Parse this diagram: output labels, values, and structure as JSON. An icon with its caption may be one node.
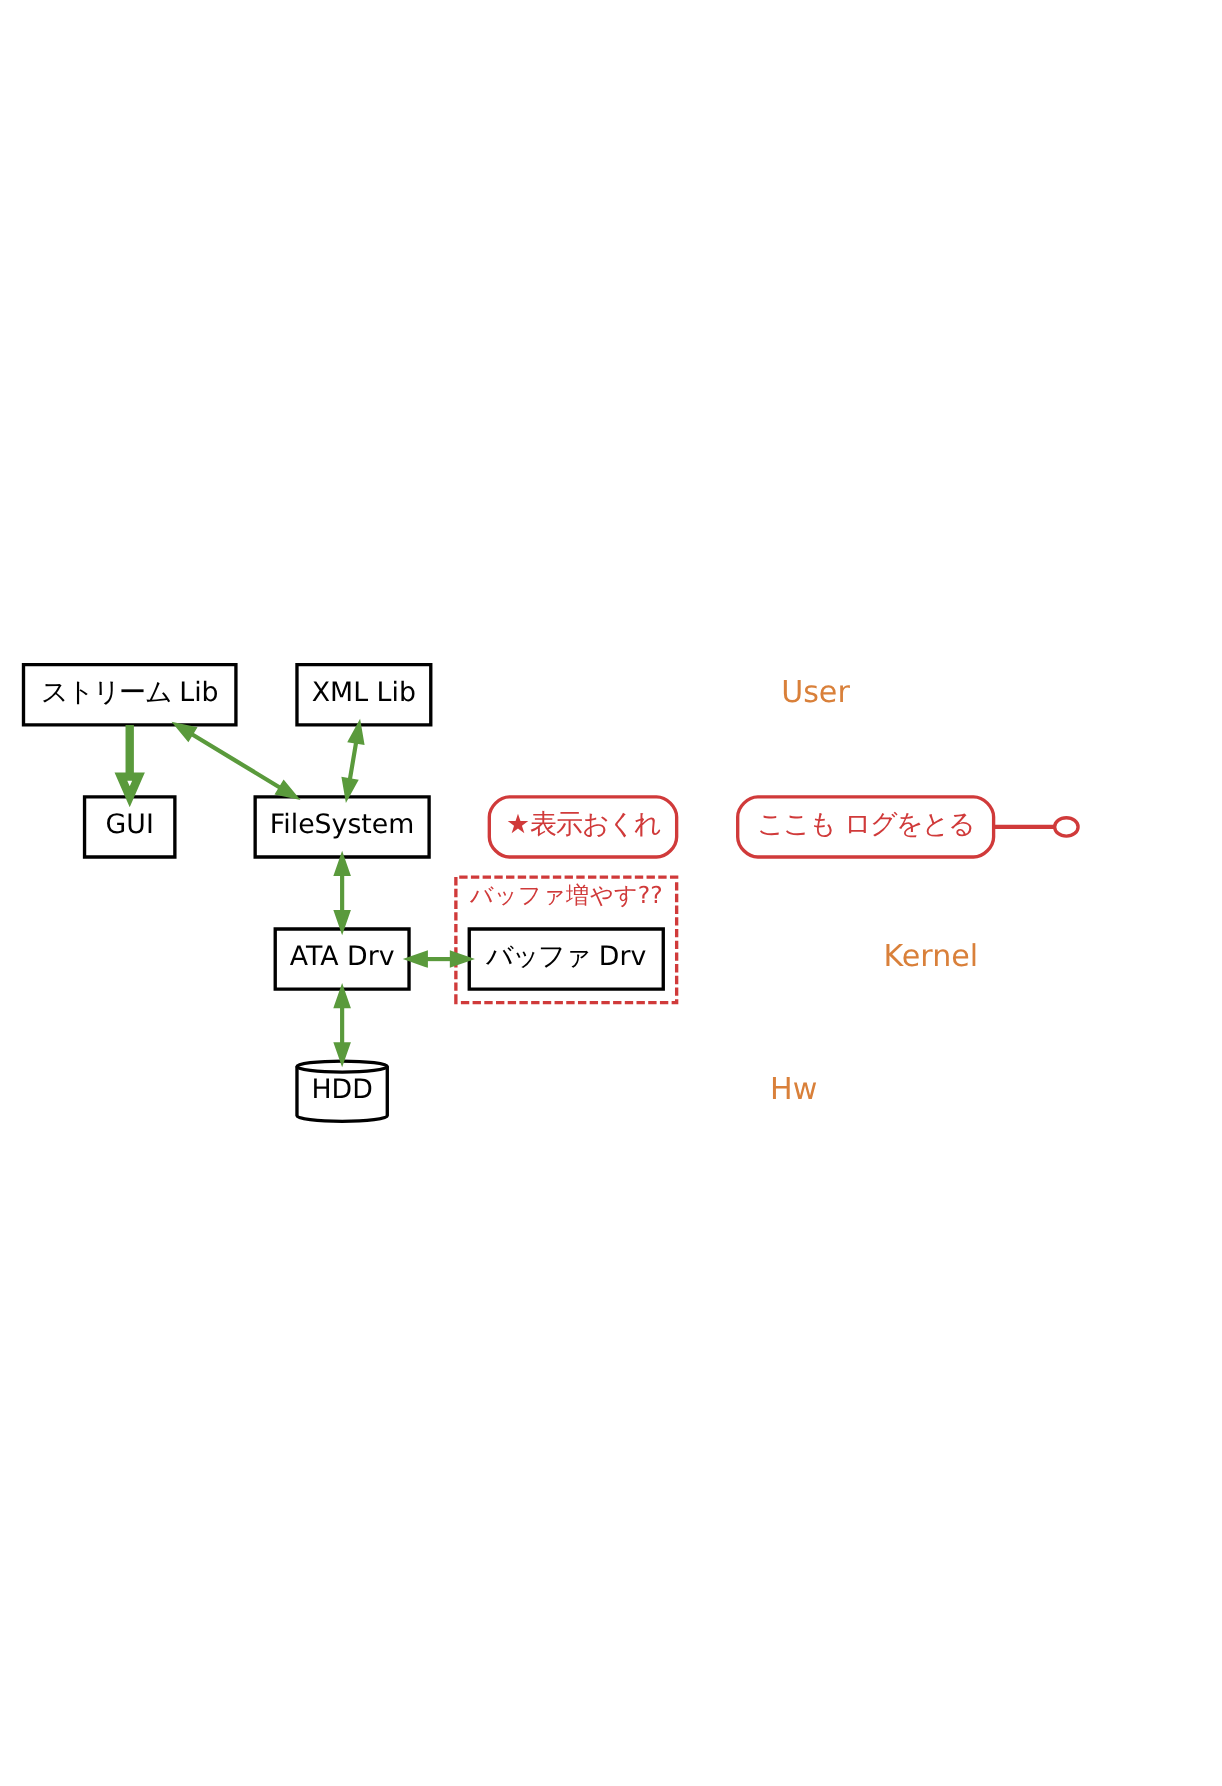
{
  "diagram": {
    "nodes": [
      {
        "text": [
          "GUI"
        ]
      },
      {
        "text": [
          "★表示おくれ"
        ]
      },
      {
        "text": [
          "ストリーム Lib"
        ]
      },
      {
        "text": [
          "XML Lib"
        ]
      },
      {
        "text": [
          "FileSystem"
        ]
      },
      {
        "text": [],
        "shape": "circle"
      },
      {
        "text": [
          "ここも ログをとる"
        ]
      },
      {
        "text": [
          "バッファ増やす??"
        ]
      },
      {
        "text": [
          "ATA Drv"
        ]
      },
      {
        "text": [
          "バッファ Drv"
        ],
        "in": 7
      },
      {
        "text": [
          "HDD"
        ]
      }
    ],
    "edges": [
      {
        "from": 2,
        "to": 0,
        "arrow": "to",
        "style": "thick"
      },
      {
        "from": 2,
        "to": 4,
        "arrow": "both"
      },
      {
        "from": 3,
        "to": 4,
        "arrow": "both"
      },
      {
        "from": 6,
        "to": 5,
        "arrow": "none",
        "color": "#d03a3a"
      },
      {
        "from": 4,
        "to": 8,
        "arrow": "both"
      },
      {
        "from": 8,
        "to": 9,
        "arrow": "both"
      },
      {
        "from": 8,
        "to": 10,
        "arrow": "both"
      }
    ],
    "labels": [
      "User",
      "Kernel",
      "Hw"
    ]
  }
}
